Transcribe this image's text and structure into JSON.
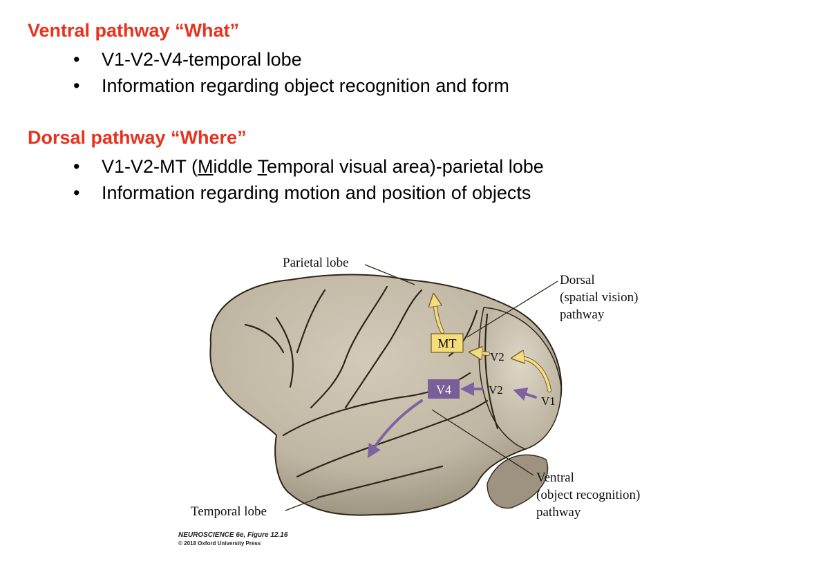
{
  "ventral_section": {
    "heading": "Ventral pathway “What”",
    "bullets": [
      {
        "bullet": "•",
        "text": "V1-V2-V4-temporal lobe"
      },
      {
        "bullet": "•",
        "text": "Information regarding object recognition and form"
      }
    ]
  },
  "dorsal_section": {
    "heading": "Dorsal pathway “Where”",
    "bullets": [
      {
        "bullet": "•",
        "prefix": "V1-V2-MT (",
        "m": "M",
        "mid1": "iddle ",
        "t": "T",
        "suffix": "emporal visual area)-parietal lobe"
      },
      {
        "bullet": "•",
        "text": "Information regarding motion and position of objects"
      }
    ]
  },
  "figure": {
    "labels": {
      "parietal": "Parietal lobe",
      "temporal": "Temporal lobe",
      "dorsal_line1": "Dorsal",
      "dorsal_line2": "(spatial vision)",
      "dorsal_line3": "pathway",
      "ventral_line1": "Ventral",
      "ventral_line2": "(object recognition)",
      "ventral_line3": "pathway",
      "mt": "MT",
      "v4": "V4",
      "v2_dorsal": "V2",
      "v2_ventral": "V2",
      "v1": "V1"
    },
    "colors": {
      "brain": "#bfb6a3",
      "brain_shadow": "#8f8573",
      "sulcus": "#2e2519",
      "mt_box": "#f6dd7c",
      "v4_box": "#7a5e98",
      "dorsal_arrow": "#f3dc82",
      "ventral_arrow": "#7e63a0"
    },
    "credit_line1": "NEUROSCIENCE 6e, Figure 12.16",
    "credit_line2": "© 2018 Oxford University Press"
  }
}
